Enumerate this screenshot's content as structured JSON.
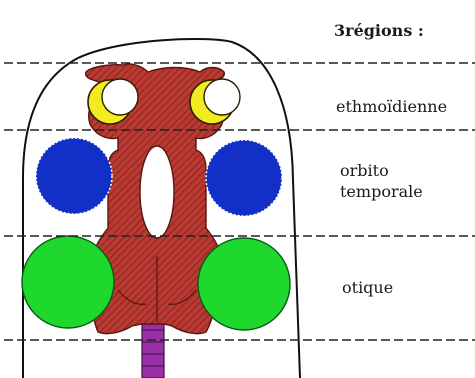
{
  "title": "3régions :",
  "regions": [
    {
      "label": "ethmoïdienne"
    },
    {
      "label": "orbito\ntemporale"
    },
    {
      "label": "otique"
    }
  ],
  "colors": {
    "cartilage": "#b83a32",
    "cartilage_hatch": "#7a1a16",
    "capsule_yellow": "#f3ea22",
    "orbit": "#1230c8",
    "otic": "#1fd82e",
    "notochord": "#9a30a8",
    "outline": "#111111"
  }
}
